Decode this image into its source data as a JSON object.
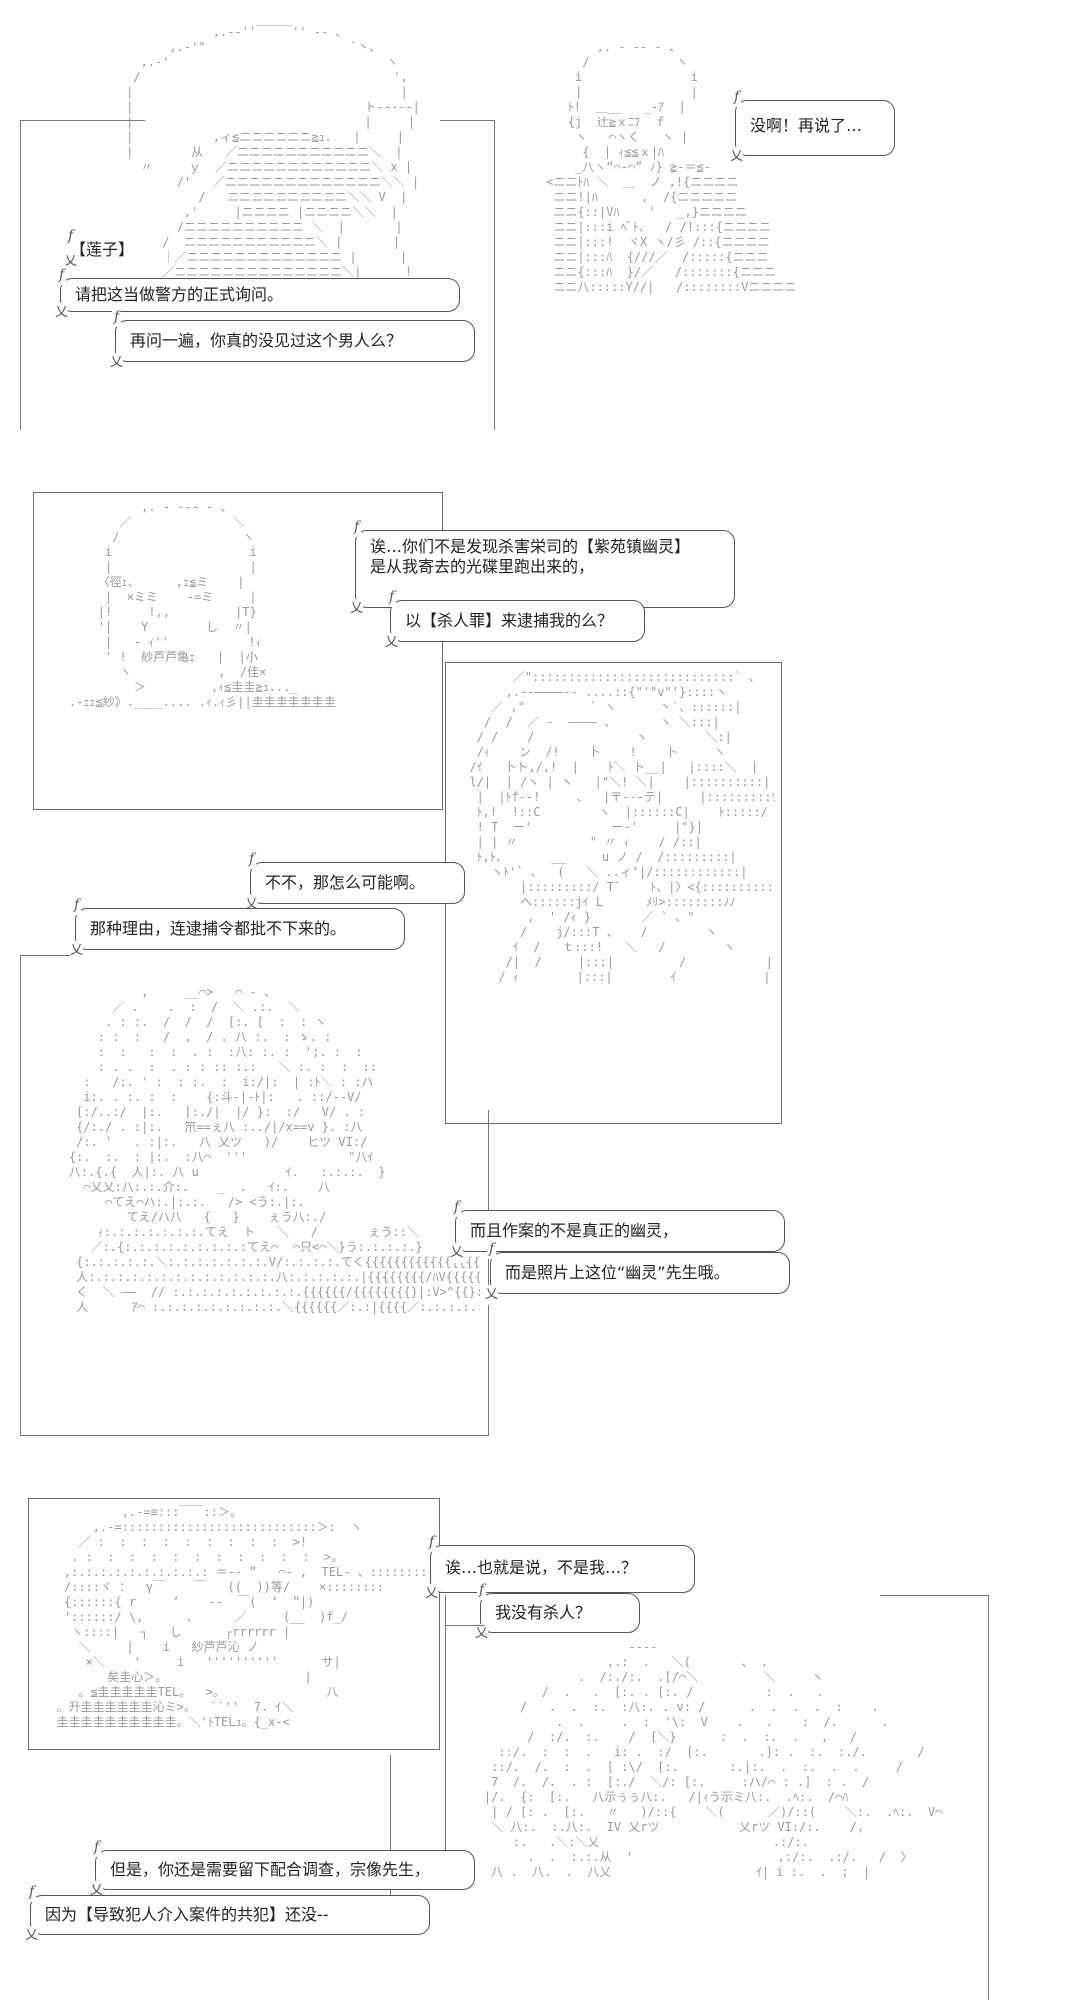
{
  "speaker_tag": "【莲子】",
  "strip1": {
    "left": [
      "请把这当做警方的正式询问。",
      "再问一遍，你真的没见过这个男人么？"
    ],
    "right": [
      "没啊！再说了…"
    ]
  },
  "strip2": {
    "top": [
      "诶…你们不是发现杀害栄司的【紫苑镇幽灵】",
      "是从我寄去的光碟里跑出来的，",
      "以【杀人罪】来逮捕我的么？"
    ],
    "mid": [
      "不不，那怎么可能啊。",
      "那种理由，连逮捕令都批不下来的。"
    ],
    "bottom": [
      "而且作案的不是真正的幽灵，",
      "而是照片上这位“幽灵”先生哦。"
    ],
    "art_label_a": "紗芦芦亀",
    "art_label_b": "佳"
  },
  "strip3": {
    "top": [
      "诶…也就是说，不是我…？",
      "我没有杀人？"
    ],
    "bottom": [
      "但是，你还是需要留下配合调查，宗像先生，",
      "因为【导致犯人介入案件的共犯】还没--"
    ],
    "art_label_a": "紗芦芦沁",
    "art_label_b": "矣圭心"
  },
  "colors": {
    "text": "#222222",
    "border": "#555555",
    "art": "#9a9a9a"
  }
}
